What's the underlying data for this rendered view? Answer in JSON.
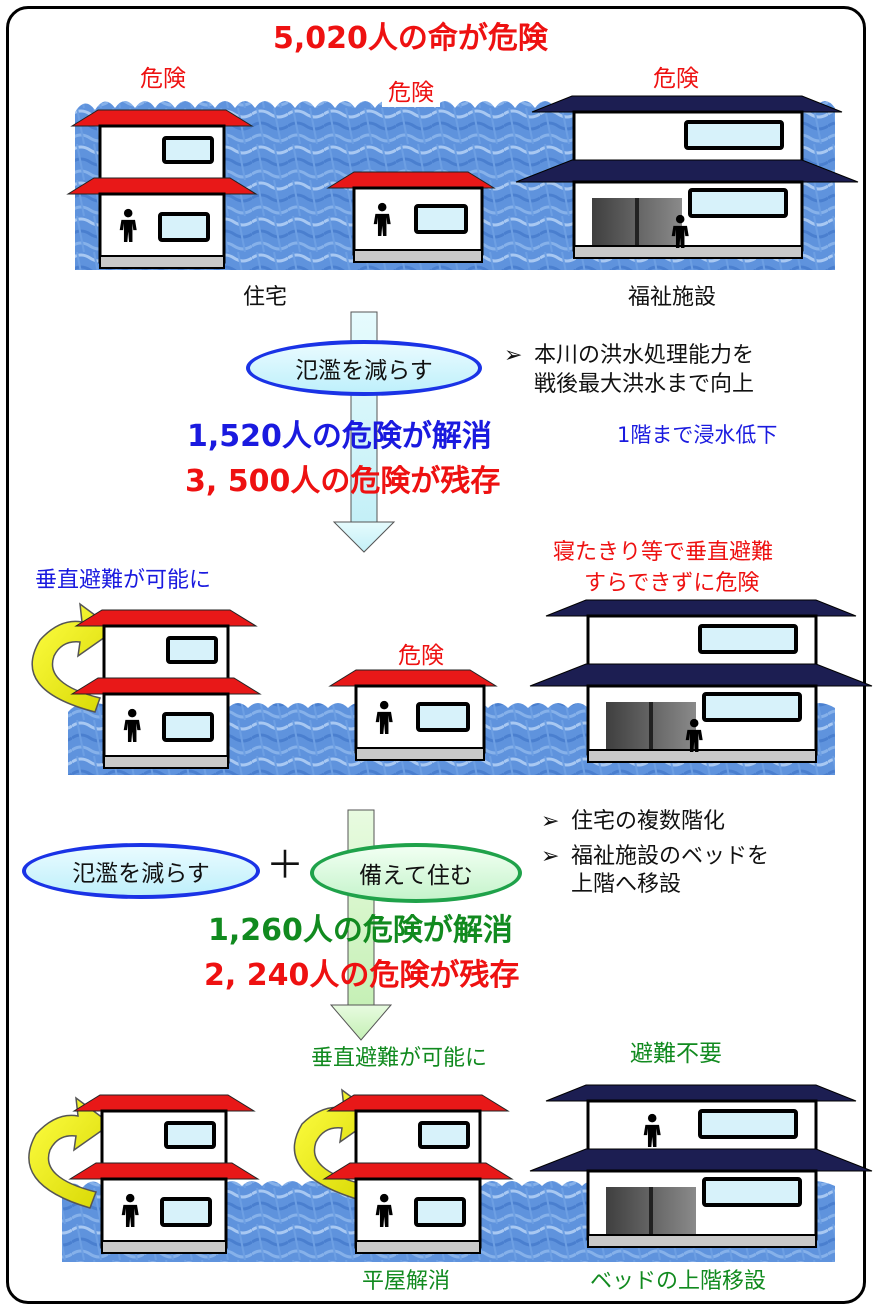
{
  "title": "5,020人の命が危険",
  "scene1": {
    "danger_labels": [
      "危険",
      "危険",
      "危険"
    ],
    "captions": [
      "住宅",
      "福祉施設"
    ]
  },
  "step1": {
    "measure_label": "氾濫を減らす",
    "bullets": [
      "本川の洪水処理能力を",
      "戦後最大洪水まで向上"
    ],
    "note": "1階まで浸水低下",
    "resolved": "1,520人の危険が解消",
    "remaining": "3, 500人の危険が残存"
  },
  "scene2": {
    "left_label": "垂直避難が可能に",
    "center_label": "危険",
    "right_label_lines": [
      "寝たきり等で垂直避難",
      "すらできずに危険"
    ]
  },
  "step2": {
    "measure1": "氾濫を減らす",
    "plus": "＋",
    "measure2": "備えて住む",
    "bullets": [
      "住宅の複数階化",
      "福祉施設のベッドを",
      "上階へ移設"
    ],
    "resolved": "1,260人の危険が解消",
    "remaining": "2, 240人の危険が残存"
  },
  "scene3": {
    "center_top": "垂直避難が可能に",
    "right_top": "避難不要",
    "center_caption": "平屋解消",
    "right_caption": "ベッドの上階移設"
  },
  "colors": {
    "danger": "#ee1111",
    "resolved_blue": "#1a1adf",
    "resolved_green": "#118a1f",
    "water": "#5b8fdb",
    "house_roof": "#e81818",
    "facility_roof": "#1c1e52",
    "arrow_yellow": "#f5f50a",
    "flow_arrow": "#d6f8fb"
  },
  "icons": [
    "person-icon",
    "up-arrow-icon",
    "down-arrow-icon",
    "bullet-arrow-icon"
  ]
}
